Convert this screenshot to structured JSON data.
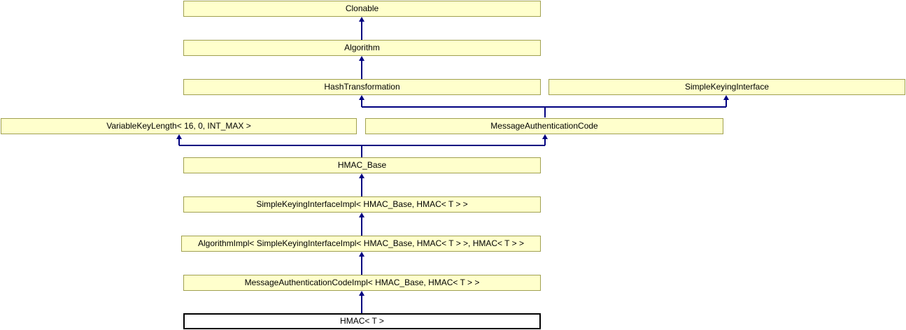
{
  "diagram": {
    "kind": "class-inheritance-diagram",
    "nodes": [
      {
        "id": "clonable",
        "label": "Clonable"
      },
      {
        "id": "algorithm",
        "label": "Algorithm"
      },
      {
        "id": "hash-transformation",
        "label": "HashTransformation"
      },
      {
        "id": "simple-keying-interface",
        "label": "SimpleKeyingInterface"
      },
      {
        "id": "variable-key-length",
        "label": "VariableKeyLength< 16, 0, INT_MAX >"
      },
      {
        "id": "message-authentication-code",
        "label": "MessageAuthenticationCode"
      },
      {
        "id": "hmac-base",
        "label": "HMAC_Base"
      },
      {
        "id": "simple-keying-interface-impl",
        "label": "SimpleKeyingInterfaceImpl< HMAC_Base, HMAC< T > >"
      },
      {
        "id": "algorithm-impl",
        "label": "AlgorithmImpl< SimpleKeyingInterfaceImpl< HMAC_Base, HMAC< T > >, HMAC< T > >"
      },
      {
        "id": "message-authentication-code-impl",
        "label": "MessageAuthenticationCodeImpl< HMAC_Base, HMAC< T > >"
      },
      {
        "id": "hmac",
        "label": "HMAC< T >",
        "focus": true
      }
    ],
    "edges": [
      {
        "from": "algorithm",
        "to": "clonable"
      },
      {
        "from": "hash-transformation",
        "to": "algorithm"
      },
      {
        "from": "message-authentication-code",
        "to": "hash-transformation"
      },
      {
        "from": "message-authentication-code",
        "to": "simple-keying-interface"
      },
      {
        "from": "hmac-base",
        "to": "variable-key-length"
      },
      {
        "from": "hmac-base",
        "to": "message-authentication-code"
      },
      {
        "from": "simple-keying-interface-impl",
        "to": "hmac-base"
      },
      {
        "from": "algorithm-impl",
        "to": "simple-keying-interface-impl"
      },
      {
        "from": "message-authentication-code-impl",
        "to": "algorithm-impl"
      },
      {
        "from": "hmac",
        "to": "message-authentication-code-impl"
      }
    ],
    "colors": {
      "node_fill": "#FFFFCC",
      "node_border": "#A0A050",
      "edge": "#000080",
      "focus_fill": "#FFFFFF",
      "focus_border": "#000000",
      "text": "#000000",
      "background": "#FFFFFF"
    }
  }
}
